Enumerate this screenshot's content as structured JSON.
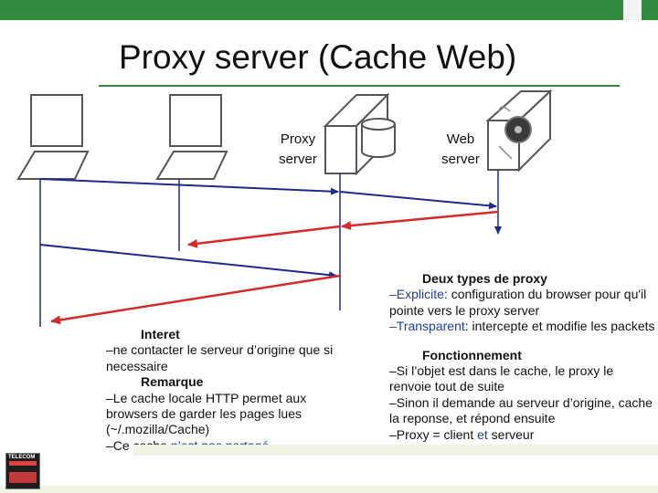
{
  "title": "Proxy server (Cache Web)",
  "labels": {
    "proxy": [
      "Proxy",
      "server"
    ],
    "web": [
      "Web",
      "server"
    ]
  },
  "left_note": {
    "heading1": "Interet",
    "line1": "–ne contacter le serveur d’origine que si necessaire",
    "heading2": "Remarque",
    "line2": "–Le cache locale HTTP permet aux browsers de garder les pages lues (~/.mozilla/Cache)",
    "line3_prefix": "–Ce cache ",
    "line3_highlight": "n’est pas partagé"
  },
  "right_note": {
    "heading1": "Deux types de proxy",
    "explicit_label": "–Explicite",
    "explicit_text": ": configuration du browser pour qu'il pointe vers le proxy server",
    "transparent_label": "–Transparent",
    "transparent_text": ": intercepte et modifie les packets",
    "heading2": "Fonctionnement",
    "f1": "–Si l’objet est dans le cache, le proxy le renvoie tout de suite",
    "f2": "–Sinon il demande au serveur d’origine, cache la reponse, et répond ensuite",
    "f3_prefix": "–Proxy = client ",
    "f3_highlight": "et",
    "f3_suffix": " serveur"
  },
  "logo_text": "TELECOM",
  "colors": {
    "accent": "#2f8a3e",
    "blue_arrow": "#1f2a8c",
    "red_arrow": "#d42a2a",
    "highlight": "#1f3d99"
  }
}
